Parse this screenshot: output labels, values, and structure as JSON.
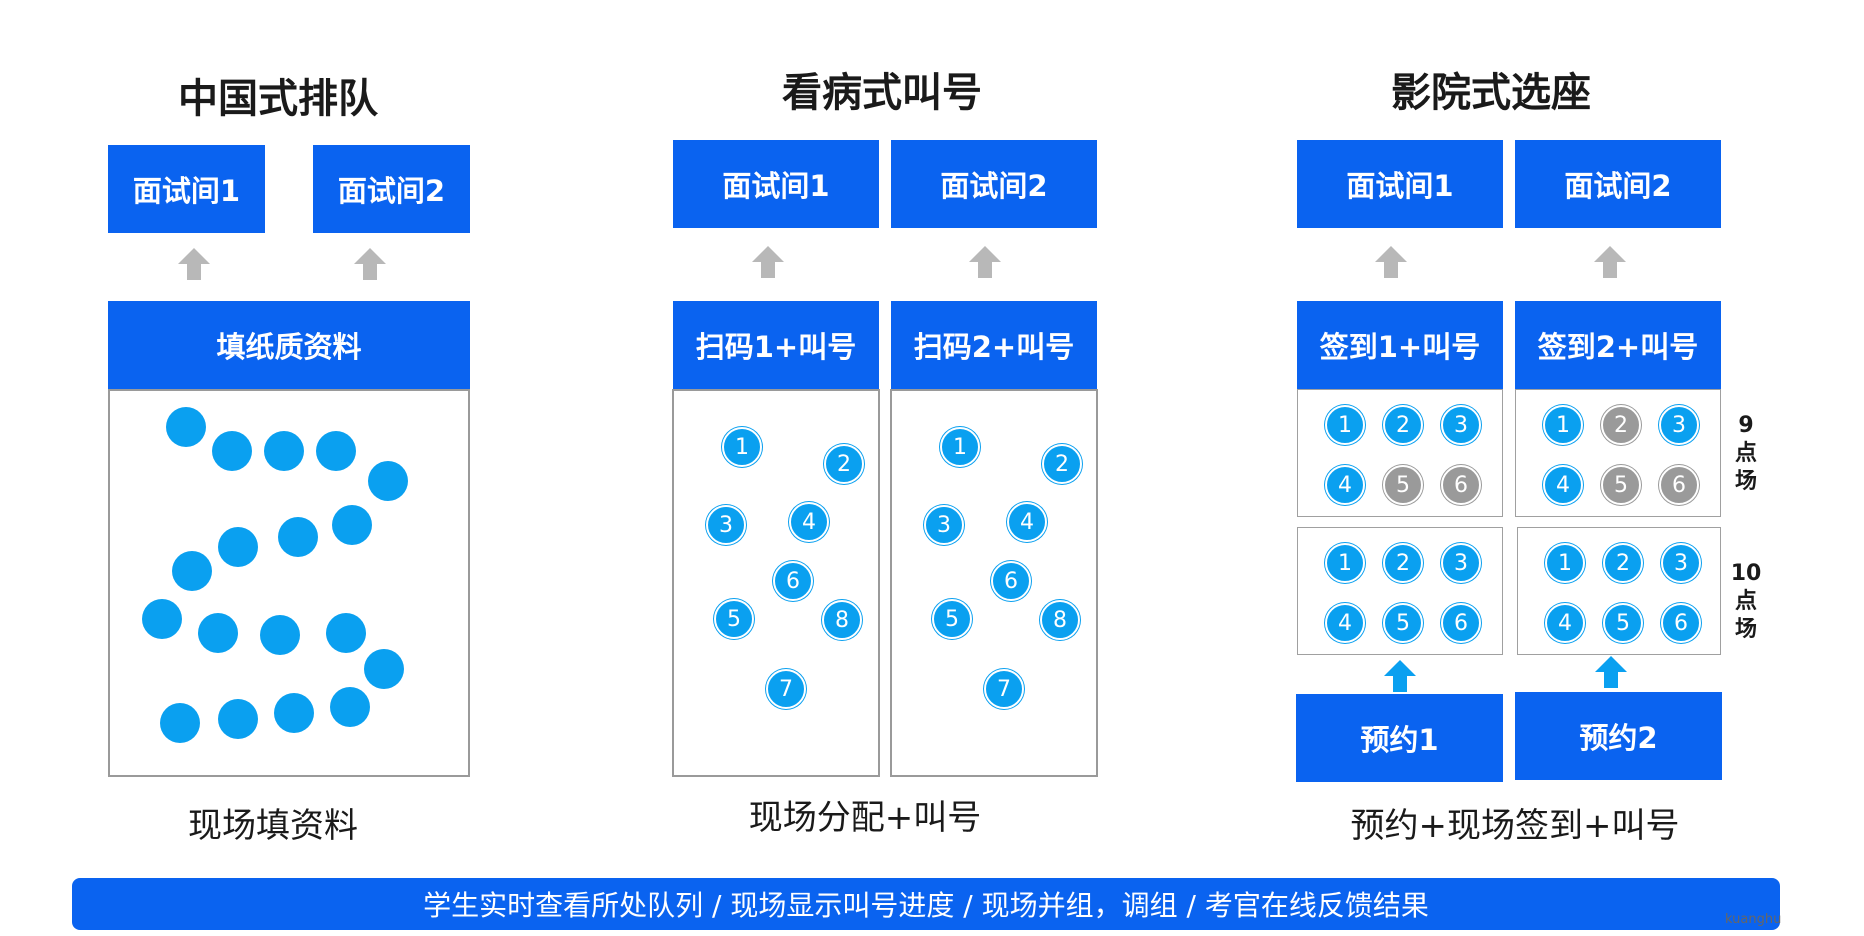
{
  "panels": [
    {
      "title": "中国式排队",
      "rooms": [
        "面试间1",
        "面试间2"
      ],
      "process": "填纸质资料",
      "caption": "现场填资料"
    },
    {
      "title": "看病式叫号",
      "rooms": [
        "面试间1",
        "面试间2"
      ],
      "processes": [
        "扫码1+叫号",
        "扫码2+叫号"
      ],
      "queue_numbers": [
        "1",
        "2",
        "3",
        "4",
        "6",
        "5",
        "8",
        "7"
      ],
      "caption": "现场分配+叫号"
    },
    {
      "title": "影院式选座",
      "rooms": [
        "面试间1",
        "面试间2"
      ],
      "processes": [
        "签到1+叫号",
        "签到2+叫号"
      ],
      "seats": [
        "1",
        "2",
        "3",
        "4",
        "5",
        "6"
      ],
      "sessions": [
        {
          "label_lines": [
            "9",
            "点",
            "场"
          ],
          "occupied_col1": [
            false,
            false,
            false,
            false,
            true,
            true
          ],
          "occupied_col2": [
            false,
            true,
            false,
            false,
            true,
            true
          ]
        },
        {
          "label_lines": [
            "10",
            "点",
            "场"
          ],
          "occupied_col1": [
            false,
            false,
            false,
            false,
            false,
            false
          ],
          "occupied_col2": [
            false,
            false,
            false,
            false,
            false,
            false
          ]
        }
      ],
      "reservations": [
        "预约1",
        "预约2"
      ],
      "caption": "预约+现场签到+叫号"
    }
  ],
  "banner": "学生实时查看所处队列 / 现场显示叫号进度 / 现场并组，调组 / 考官在线反馈结果",
  "watermark": "kuanghu",
  "colors": {
    "primary": "#0a63f0",
    "dot": "#0aa0f0",
    "gray": "#9a9a9a",
    "arrow": "#b8b8b8"
  }
}
